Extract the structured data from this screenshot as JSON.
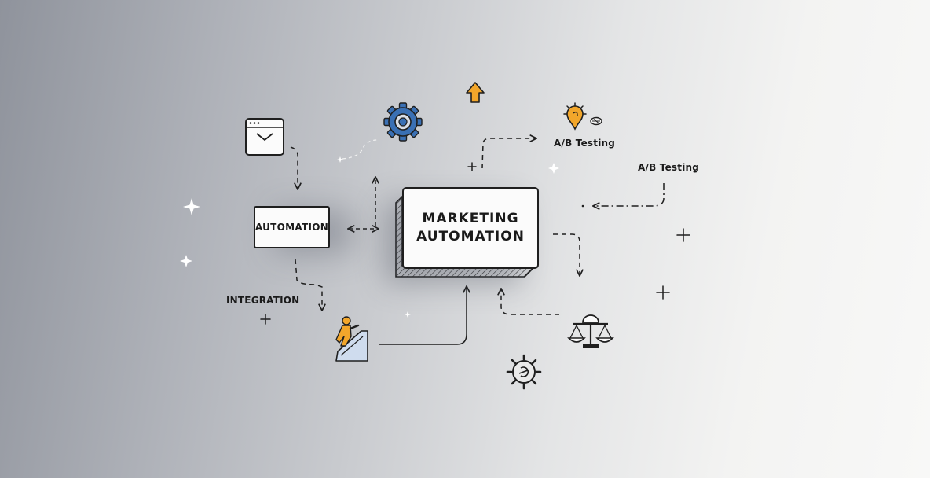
{
  "center": {
    "line1": "MARKETING",
    "line2": "AUTOMATION"
  },
  "automation_box": {
    "label": "AUTOMATION"
  },
  "integration": {
    "label": "INTEGRATION"
  },
  "ab_testing_1": {
    "label": "A/B Testing"
  },
  "ab_testing_2": {
    "label": "A/B Testing"
  },
  "icons": {
    "email": "email-window-icon",
    "gear": "gear-icon",
    "upload_arrow": "upload-arrow-icon",
    "lightbulb": "lightbulb-location-icon",
    "growth": "person-climbing-stairs-icon",
    "balance": "balance-scale-icon",
    "small_gear": "small-gear-icon"
  },
  "colors": {
    "accent_blue": "#3a70b4",
    "accent_orange": "#f2a62b",
    "ink": "#1f1f1f",
    "stair_blue": "#cfdcee"
  }
}
